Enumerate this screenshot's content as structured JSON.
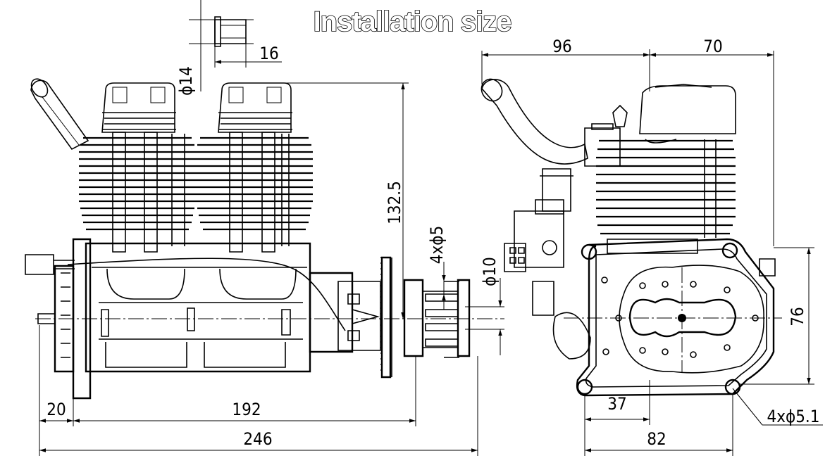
{
  "title": "Installation size",
  "dimensions": {
    "fitting_length": "16",
    "fitting_diameter": "ϕ14",
    "cylinder_height": "132.5",
    "prop_bolts": "4xϕ5",
    "prop_bore": "ϕ10",
    "flange_offset": "20",
    "body_length": "192",
    "overall_length": "246",
    "exhaust_reach": "96",
    "head_width": "70",
    "mount_height": "76",
    "mount_offset": "37",
    "mount_width": "82",
    "mount_holes": "4xϕ5.1"
  }
}
